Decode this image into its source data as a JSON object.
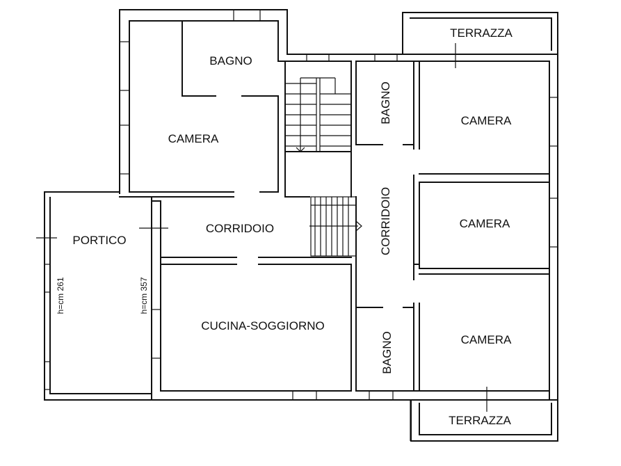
{
  "rooms": {
    "bagno_top": "BAGNO",
    "camera_left": "CAMERA",
    "corridoio_main": "CORRIDOIO",
    "portico": "PORTICO",
    "cucina": "CUCINA-SOGGIORNO",
    "bagno_mid": "BAGNO",
    "corridoio_vertical": "CORRIDOIO",
    "camera_r1": "CAMERA",
    "camera_r2": "CAMERA",
    "camera_r3": "CAMERA",
    "bagno_bottom": "BAGNO",
    "terrazza_top": "TERRAZZA",
    "terrazza_bottom": "TERRAZZA"
  },
  "heights": {
    "portico_outer": "h=cm 261",
    "portico_inner": "h=cm 357"
  }
}
